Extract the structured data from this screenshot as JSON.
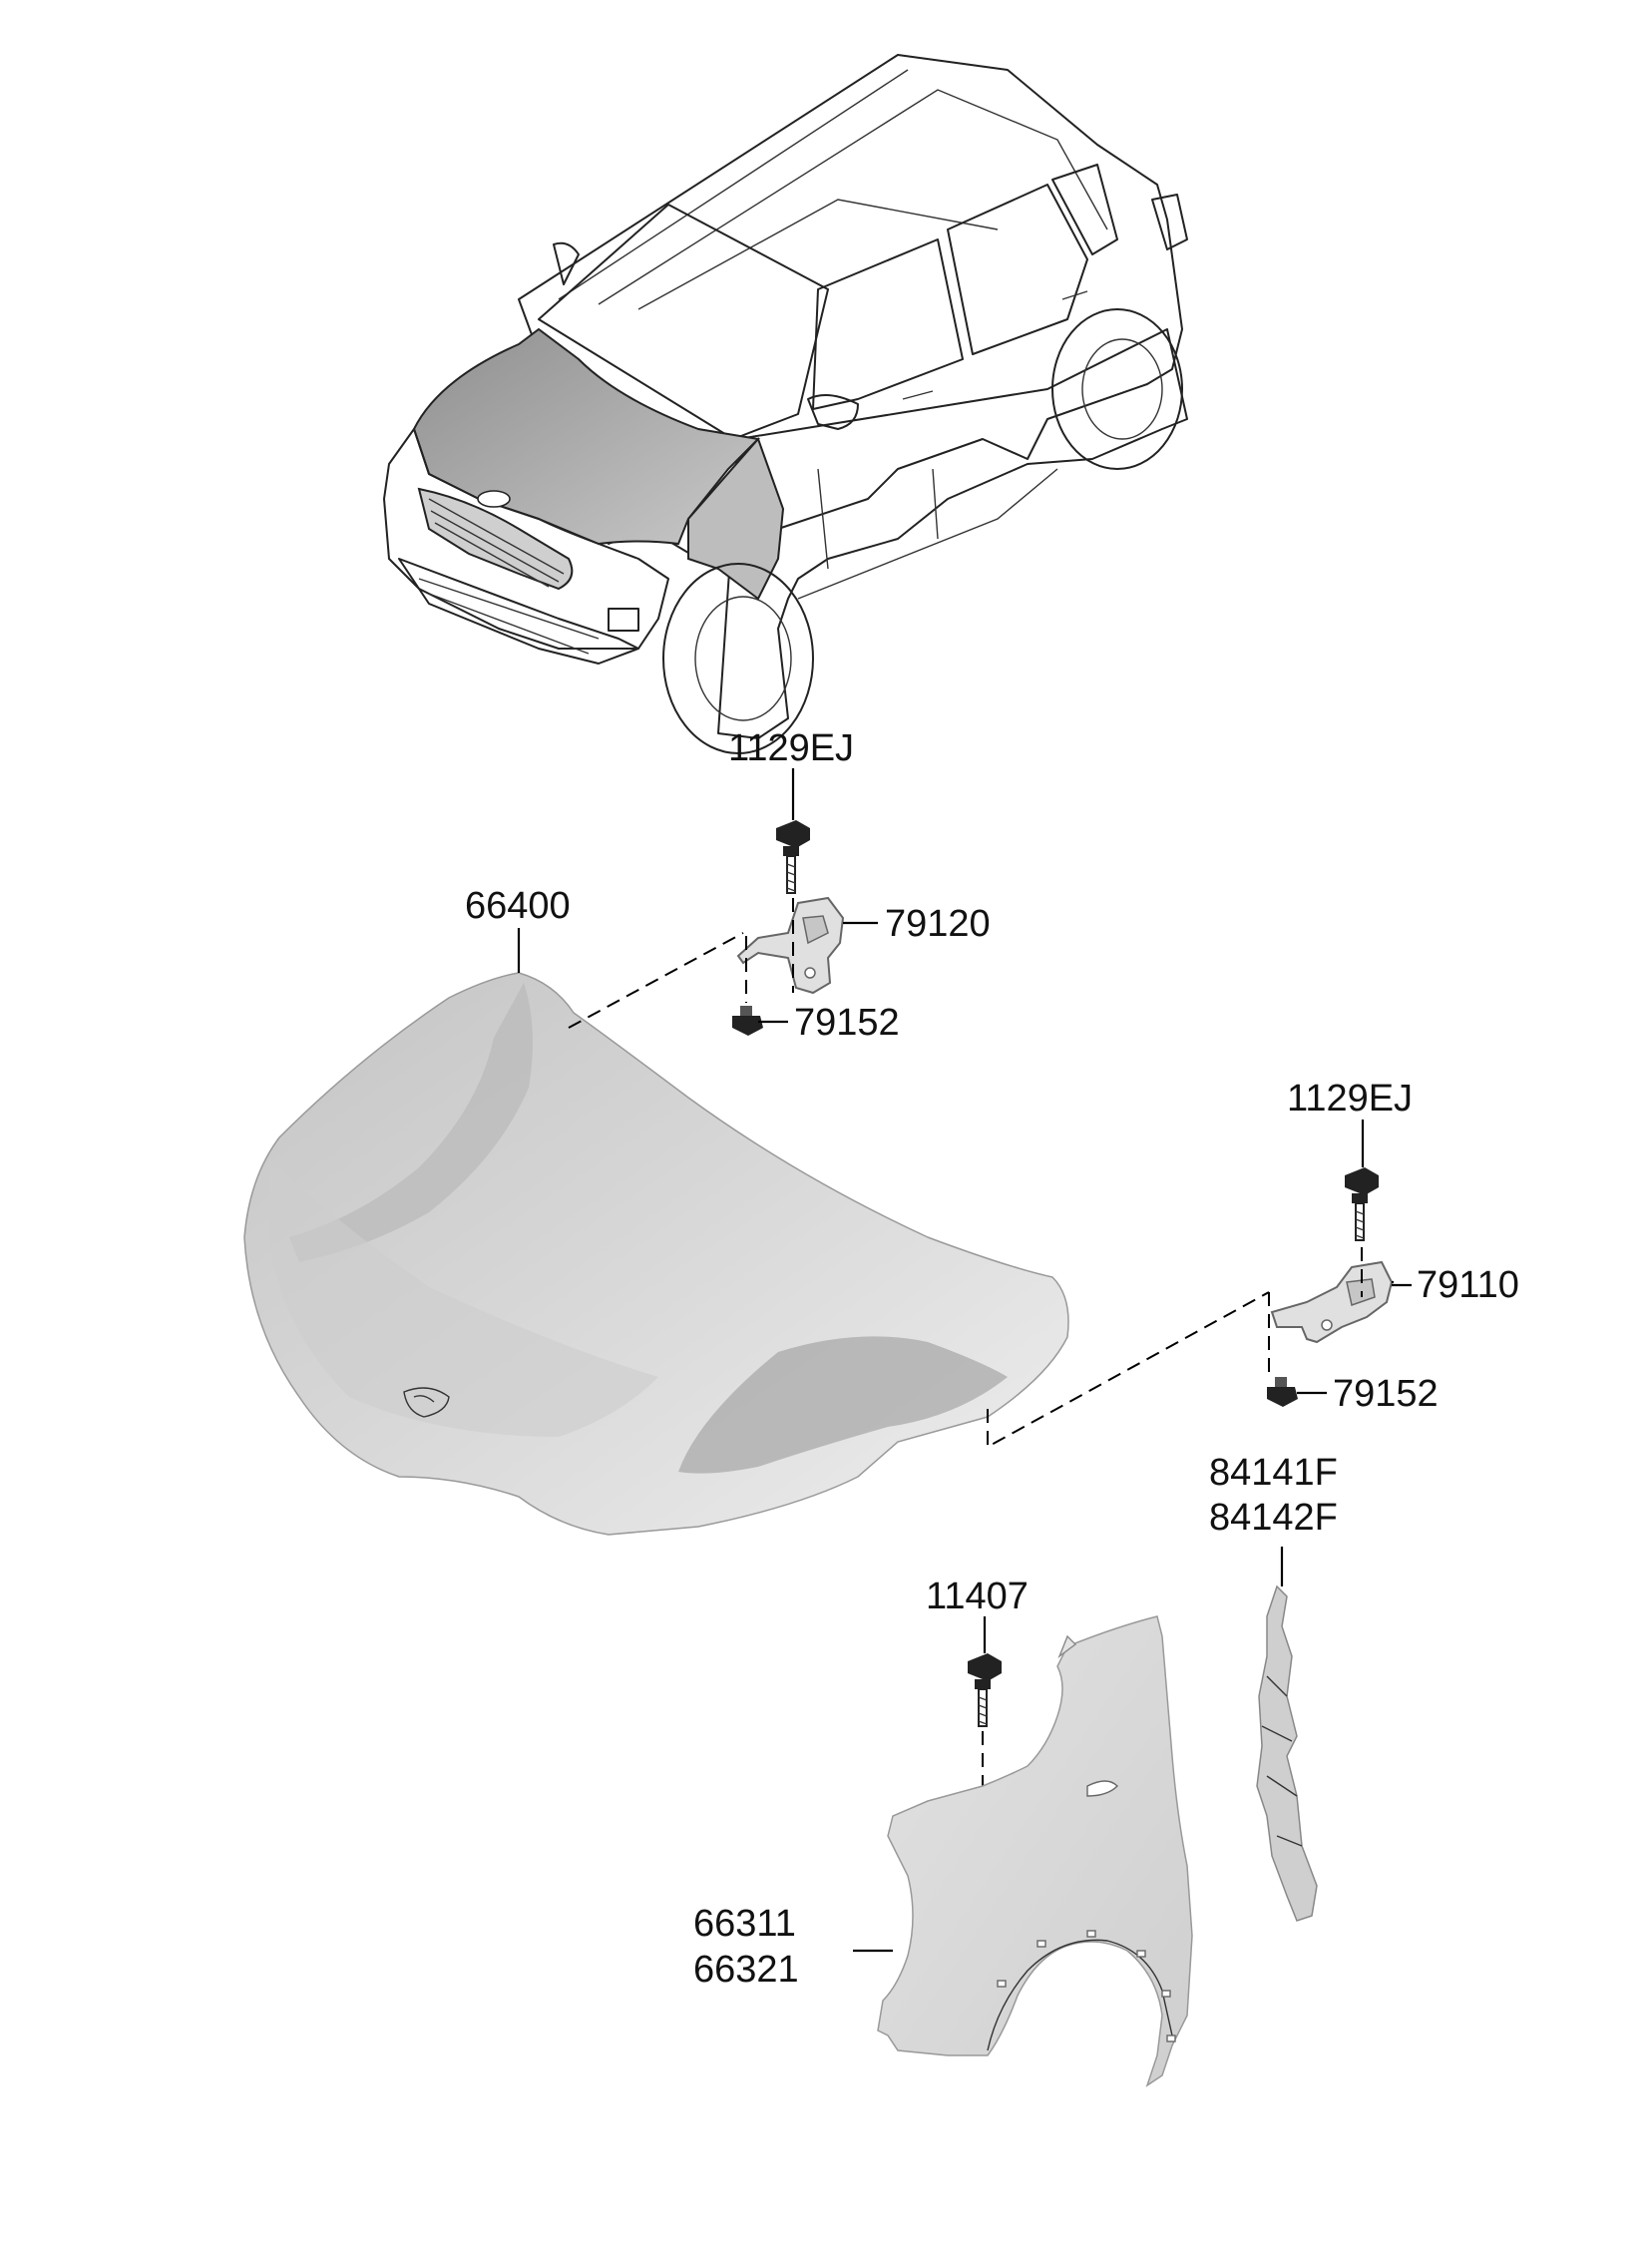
{
  "labels": {
    "bolt_top": "1129EJ",
    "hood": "66400",
    "hinge_left": "79120",
    "bolt_small_left": "79152",
    "bolt_right": "1129EJ",
    "hinge_right": "79110",
    "bolt_small_right": "79152",
    "liner_1": "84141F",
    "liner_2": "84142F",
    "fender_bolt": "11407",
    "fender_1": "66311",
    "fender_2": "66321"
  },
  "colors": {
    "line": "#000000",
    "panel_light": "#e9e9e9",
    "panel_mid": "#d2d2d2",
    "panel_dark": "#a9a9a9"
  }
}
